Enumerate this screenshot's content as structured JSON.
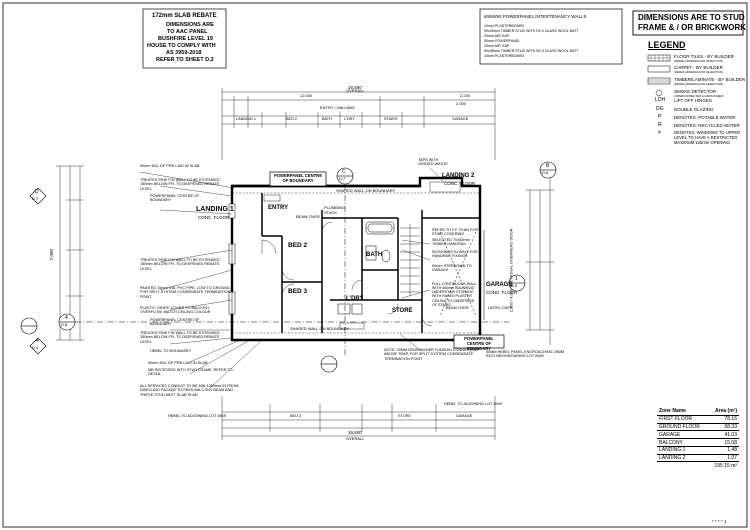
{
  "notes": {
    "slab_title": "172mm SLAB REBATE",
    "slab_lines": [
      "DIMENSIONS ARE",
      "TO AAC PANEL",
      "BUSHFIRE LEVEL 19",
      "HOUSE TO COMPLY WITH",
      "AS 3959-2018",
      "REFER TO SHEET D.2"
    ],
    "wall_title": "60/50/60 POWERPANEL INTERTENANCY WALLS",
    "wall_lines": [
      "10mm PLASTERBOARD",
      "90x45mm TIMBER STUD WITH R2.0 GLASS WOOL BATT",
      "20mm AIR GAP",
      "50mm POWERPANEL",
      "20mm AIR GAP",
      "90x45mm TIMBER STUD WITH R2.0 GLASS WOOL BATT",
      "10mm PLASTERBOARD"
    ]
  },
  "header": {
    "stamp_line1": "DIMENSIONS ARE TO STUD",
    "stamp_line2": "FRAME & / OR BRICKWORK"
  },
  "legend": {
    "title": "LEGEND",
    "items": [
      {
        "label": "FLOOR TILES - BY BUILDER",
        "sub": "(REFER ADDENDA FOR SELECTION)",
        "symbol": "tiles-icon"
      },
      {
        "label": "CARPET - BY BUILDER",
        "sub": "(REFER ADDENDA FOR SELECTION)",
        "symbol": "carpet-icon"
      },
      {
        "label": "TIMBER/LAMINATE - BY BUILDER",
        "sub": "(REFER ADDENDA FOR SELECTION)",
        "symbol": "timber-icon"
      },
      {
        "label": "SMOKE DETECTOR",
        "sub": "(INTERCONNECTED & HARD-WIRED)",
        "symbol": "smoke-detector-icon"
      },
      {
        "label": "LIFT OFF HINGES",
        "sub": "",
        "symbol": "LOH"
      },
      {
        "label": "DOUBLE GLAZING",
        "sub": "",
        "symbol": "DG"
      },
      {
        "label": "DENOTES: POTABLE WATER",
        "sub": "",
        "symbol": "P"
      },
      {
        "label": "DENOTES: RECYCLED WATER",
        "sub": "",
        "symbol": "R"
      },
      {
        "label": "DENOTES: WINDOWS TO UPPER LEVEL TO HAVE A RESTRICTED MAXIMUM 125mm OPENING",
        "sub": "",
        "symbol": "#"
      }
    ]
  },
  "dimensions": {
    "top_overall": "16,500",
    "top_overall_label": "OVERALL",
    "top_row": [
      "12,000",
      "2,230",
      "ENTRY / HALLWAY",
      "2,000"
    ],
    "top_rooms": [
      "LANDING 1",
      "BED 2",
      "BATH",
      "L'DRY",
      "STAIRS",
      "GARAGE"
    ],
    "left_overall": "7,080",
    "bottom_overall": "16,500",
    "bottom_overall_label": "OVERALL",
    "bottom_rooms": [
      "BED 3",
      "STORE",
      "GARAGE"
    ],
    "side_dim": "2,150 / 4,870 SECTIONAL OVERHEAD DOOR"
  },
  "rooms": {
    "landing1": "LANDING 1",
    "landing1_sub": "CONC. FLOOR",
    "entry": "ENTRY",
    "bed2": "BED 2",
    "bed3": "BED 3",
    "bath": "BATH",
    "ldry": "L'DRY",
    "store": "STORE",
    "garage": "GARAGE",
    "garage_sub": "CONC. FLOOR",
    "landing2": "LANDING 2",
    "landing2_sub": "CONC. FLOOR",
    "plumbing_stack": "PLUMBING STACK",
    "beam_over": "BEAM OVER"
  },
  "callouts": {
    "powerpanel_top": "POWERPANEL CENTRE OF BOUNDARY",
    "powerpanel_bottom": "POWERPANEL CENTRE OF BOUNDARY",
    "shared_wall_top": "SHARED WALL ON BOUNDARY",
    "shared_wall_bottom": "SHARED WALL ON BOUNDARY",
    "left_notes": [
      "90mm DIA. DP PRE-LAID IN SLAB",
      "TREATED PINE F/N WALL TO BE EXTENDED 150mm BELOW FFL TO DEEPENED REBATE LEVEL",
      "POWERPANEL CENTRE OF BOUNDARY",
      "TREATED PINE F/N WALL TO BE EXTENDED 150mm BELOW FFL TO DEEPENED REBATE LEVEL",
      "PAINTED 16mm DIA. PVC PIPE, LOW TO GROUND, FOR SPLIT SYSTEM CONDENSATE TERMINATION POINT",
      "PLASTIC GRATE COVER TO BALCONY OVERFLOW. MATCH CEILING COLOUR",
      "POWERPANEL CENTRE OF BOUNDARY",
      "TREATED PINE F/N WALL TO BE EXTENDED 150mm BELOW FFL TO DEEPENED REBATE LEVEL",
      "HEBEL TO BOUNDARY",
      "90mm DIA. DP PRE-LAID IN SLAB",
      "MB RECESSED INTO STUD FRAME. REFER TO DETAIL",
      "ALL SERVICES CONDUIT TO BE MIN 1050mm IN FROM DWELLING FACADE TO PASS BALCONY BEAM AND TRIPLE STUD NEXT SLAB PLAN",
      "HEBEL TO ADJOINING LOT 6949"
    ],
    "right_notes": [
      "TAPS WITH GRATED WASTE",
      "REFER TO F.F. PLAN FOR STAIR COVERING",
      "SELECTED 70x45mm TIMBER HANDRAIL",
      "NOGGINGS IN WALL FOR HANDRAIL FIXINGS",
      "50mm STEPDOWN TO GARAGE",
      "FULL CONTINUOUS WALL WITH 400mm BULKHEAD UNDERSTAIR STORAGE WITH RAKED PLASTER CEILING TO UNDERSIDE OF STAIRS",
      "NOTE: 20MM DISHWASHER TUNDISH CONNECTION ABOVE TRAP, FOR SPLIT SYSTEM CONDENSATE TERMINATION POINT",
      "50MM HEBEL PANEL ENCROACHING 25MM INTO NEIGHBOURING LOT 6949",
      "LINTEL OVER",
      "BEAM OVER",
      "HEBEL TO ADJOINING LOT 6949"
    ]
  },
  "markers": [
    {
      "label": "D",
      "sub": "D.7"
    },
    {
      "label": "4",
      "sub": "D.8"
    },
    {
      "label": "4",
      "sub": "D.4"
    },
    {
      "label": "C",
      "sub": "D.7"
    },
    {
      "label": "B",
      "sub": "D.6"
    },
    {
      "label": "1",
      "sub": "D.5"
    }
  ],
  "zone_table": {
    "headers": [
      "Zone Name",
      "Area (m²)"
    ],
    "rows": [
      [
        "FIRST FLOOR",
        "78.16"
      ],
      [
        "GROUND FLOOR",
        "58.33"
      ],
      [
        "GARAGE",
        "41.03"
      ],
      [
        "BALCONY",
        "15.08"
      ],
      [
        "LANDING 1",
        "1.48"
      ],
      [
        "LANDING 2",
        "1.07"
      ],
      [
        "",
        "195.15 m²"
      ]
    ]
  },
  "footer": {
    "page": "* * * * 1"
  }
}
